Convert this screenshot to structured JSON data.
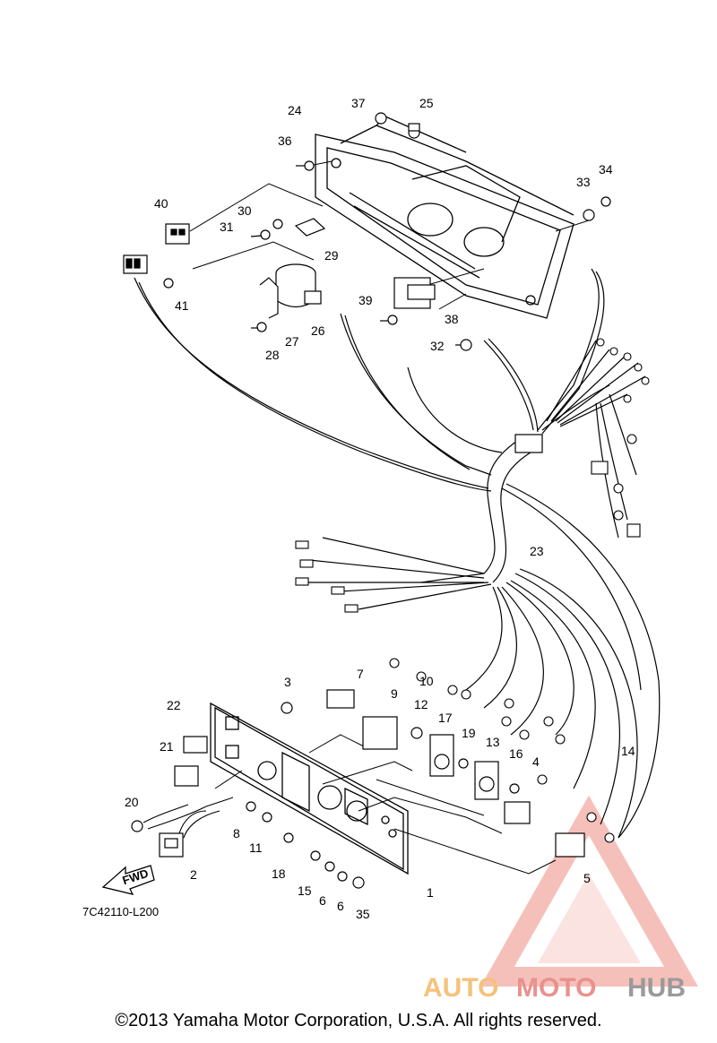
{
  "diagram": {
    "part_code": "7C42110-L200",
    "fwd_label": "FWD",
    "copyright": "©2013 Yamaha Motor Corporation, U.S.A. All rights reserved.",
    "labels": [
      "1",
      "2",
      "3",
      "4",
      "5",
      "6",
      "6",
      "7",
      "8",
      "9",
      "10",
      "11",
      "12",
      "13",
      "14",
      "15",
      "16",
      "17",
      "18",
      "19",
      "20",
      "21",
      "22",
      "23",
      "24",
      "25",
      "26",
      "27",
      "28",
      "29",
      "30",
      "31",
      "32",
      "33",
      "34",
      "35",
      "36",
      "37",
      "38",
      "39",
      "40",
      "41"
    ]
  },
  "watermark": {
    "parts": [
      "AUTO",
      "MOTO",
      "HUB"
    ],
    "colors": [
      "#f5c27a",
      "#e8928d",
      "#9a9a9a"
    ],
    "triangle_color": "#e74c3c"
  }
}
